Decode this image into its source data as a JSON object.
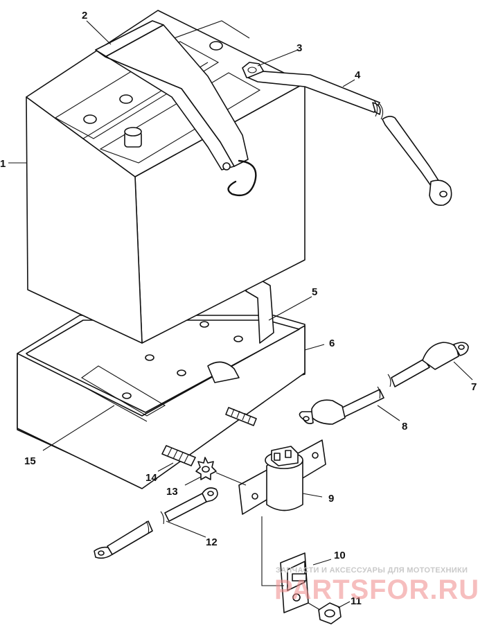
{
  "callouts": {
    "c1": "1",
    "c2": "2",
    "c3": "3",
    "c4": "4",
    "c5": "5",
    "c6": "6",
    "c7": "7",
    "c8": "8",
    "c9": "9",
    "c10": "10",
    "c11": "11",
    "c12": "12",
    "c13": "13",
    "c14": "14",
    "c15": "15"
  },
  "watermark": {
    "tagline": "ЗАПЧАСТИ И АКСЕССУАРЫ ДЛЯ МОТОТЕХНИКИ",
    "site": "PARTSFOR.RU"
  },
  "colors": {
    "line": "#111111",
    "watermark_red": "#f08a8a",
    "watermark_gray": "#c9c9c9"
  }
}
